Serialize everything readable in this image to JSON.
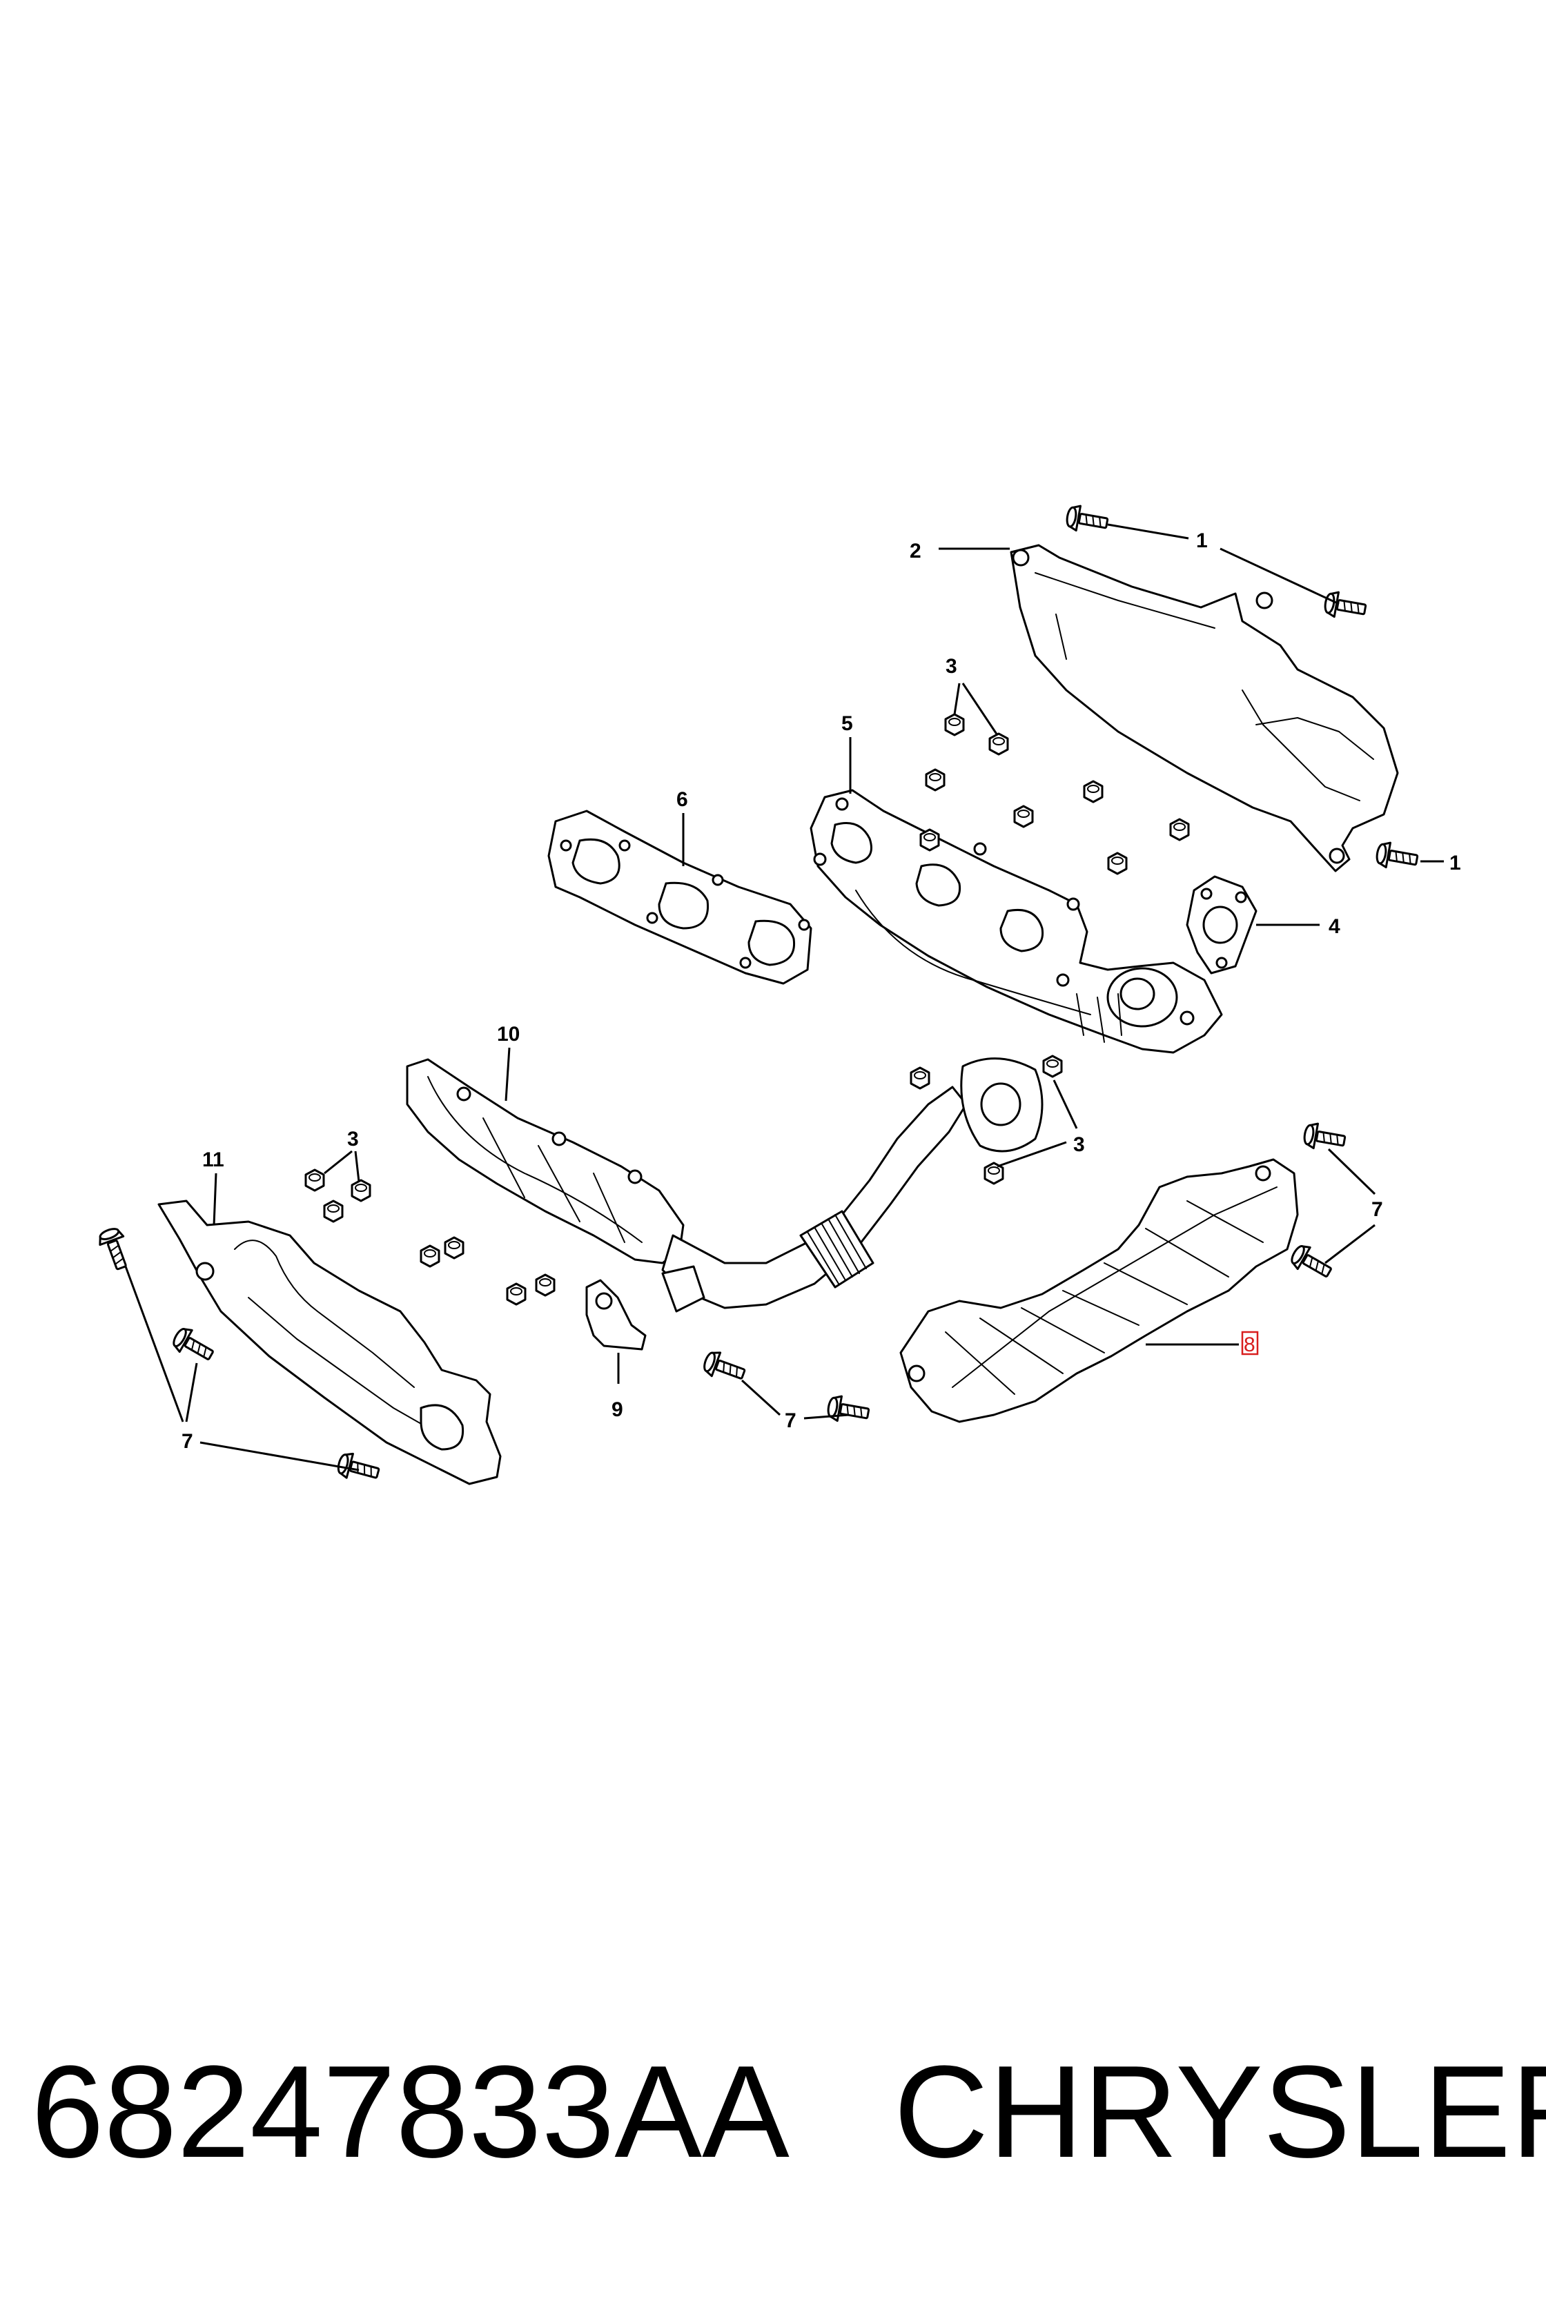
{
  "part_number": "68247833AA",
  "brand": "CHRYSLER",
  "callouts": {
    "c1a": "1",
    "c1b": "1",
    "c2": "2",
    "c3a": "3",
    "c3b": "3",
    "c3c": "3",
    "c4": "4",
    "c5": "5",
    "c6": "6",
    "c7a": "7",
    "c7b": "7",
    "c7c": "7",
    "c8": "8",
    "c9": "9",
    "c10": "10",
    "c11": "11"
  },
  "highlighted_callout": "8",
  "colors": {
    "line": "#000000",
    "highlight": "#d81e1e",
    "background": "#ffffff"
  }
}
